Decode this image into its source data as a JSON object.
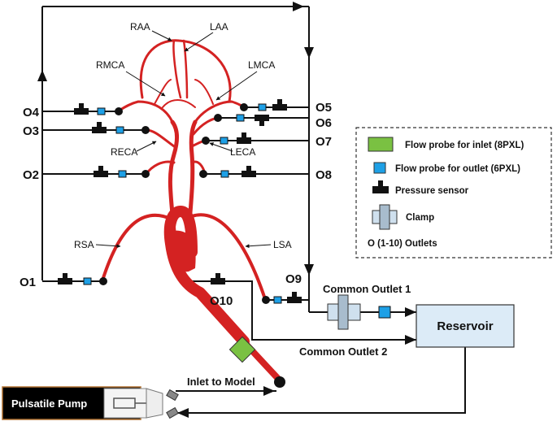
{
  "labels": {
    "raa": "RAA",
    "laa": "LAA",
    "rmca": "RMCA",
    "lmca": "LMCA",
    "reca": "RECA",
    "leca": "LECA",
    "rsa": "RSA",
    "lsa": "LSA"
  },
  "outlets": {
    "o1": "O1",
    "o2": "O2",
    "o3": "O3",
    "o4": "O4",
    "o5": "O5",
    "o6": "O6",
    "o7": "O7",
    "o8": "O8",
    "o9": "O9",
    "o10": "O10"
  },
  "flow": {
    "common_outlet_1": "Common Outlet 1",
    "common_outlet_2": "Common Outlet 2",
    "reservoir": "Reservoir",
    "inlet_to_model": "Inlet to Model",
    "pump": "Pulsatile Pump"
  },
  "legend": {
    "items": [
      {
        "label": "Flow probe for inlet (8PXL)",
        "icon": "green-square-icon"
      },
      {
        "label": "Flow probe for outlet (6PXL)",
        "icon": "blue-square-icon"
      },
      {
        "label": "Pressure sensor",
        "icon": "pressure-sensor-icon"
      },
      {
        "label": "Clamp",
        "icon": "clamp-icon"
      },
      {
        "label": "O (1-10) Outlets",
        "icon": ""
      }
    ]
  },
  "colors": {
    "vessel": "#d42222",
    "inlet_probe": "#7ac142",
    "outlet_probe": "#1ea0e6",
    "reservoir": "#dcebf7",
    "clamp": "#cfe0ee"
  }
}
